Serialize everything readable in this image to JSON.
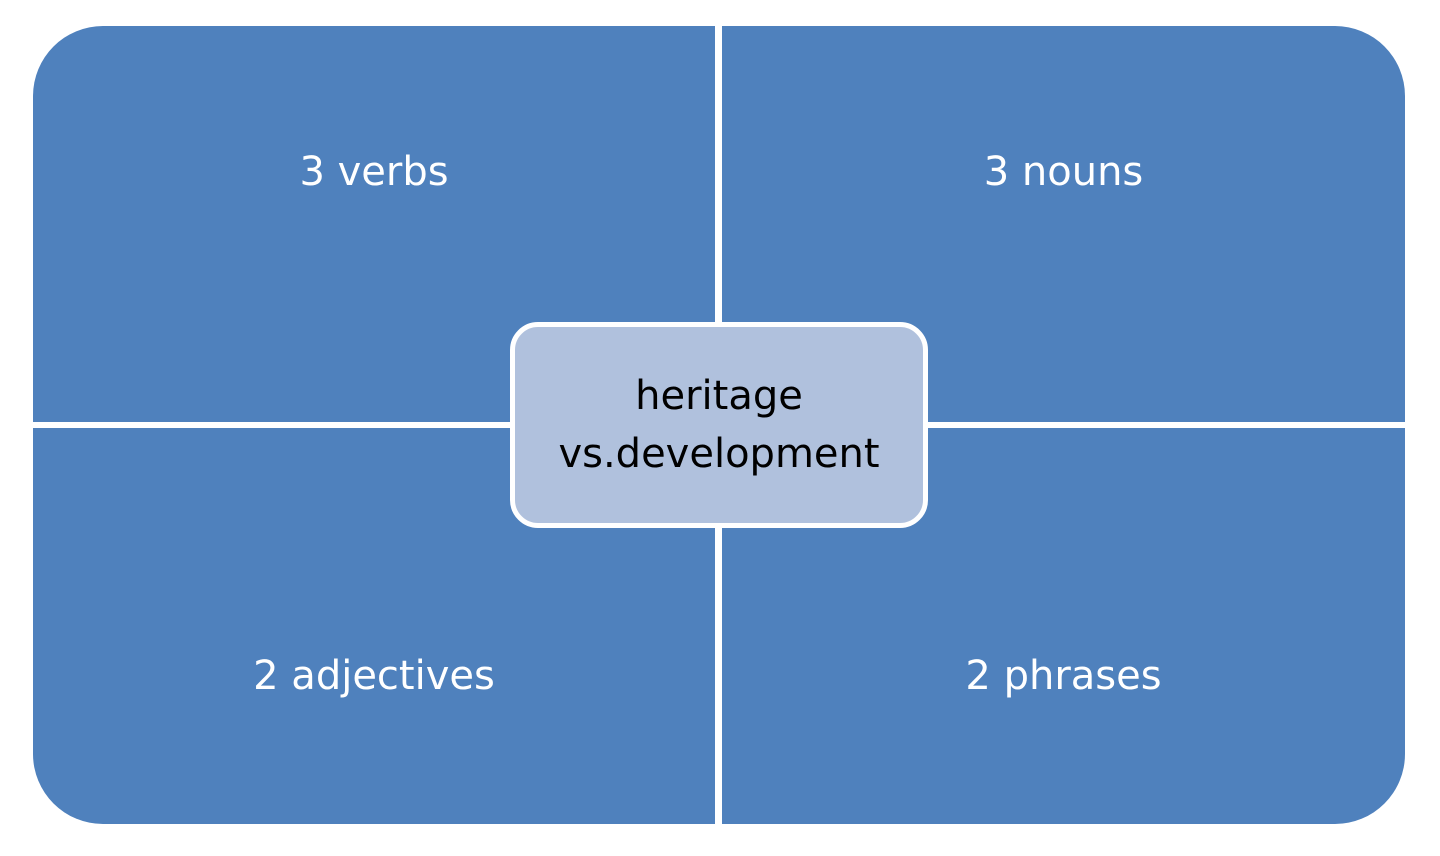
{
  "diagram": {
    "colors": {
      "quadrant_fill": "#4f81bd",
      "center_fill": "#b0c1dd",
      "divider": "#ffffff",
      "quadrant_text": "#ffffff",
      "center_text": "#000000"
    },
    "quadrants": {
      "top_left": {
        "label": "3 verbs"
      },
      "top_right": {
        "label": "3 nouns"
      },
      "bottom_left": {
        "label": "2 adjectives"
      },
      "bottom_right": {
        "label": "2 phrases"
      }
    },
    "center": {
      "line1": "heritage",
      "line2": "vs.development"
    }
  }
}
